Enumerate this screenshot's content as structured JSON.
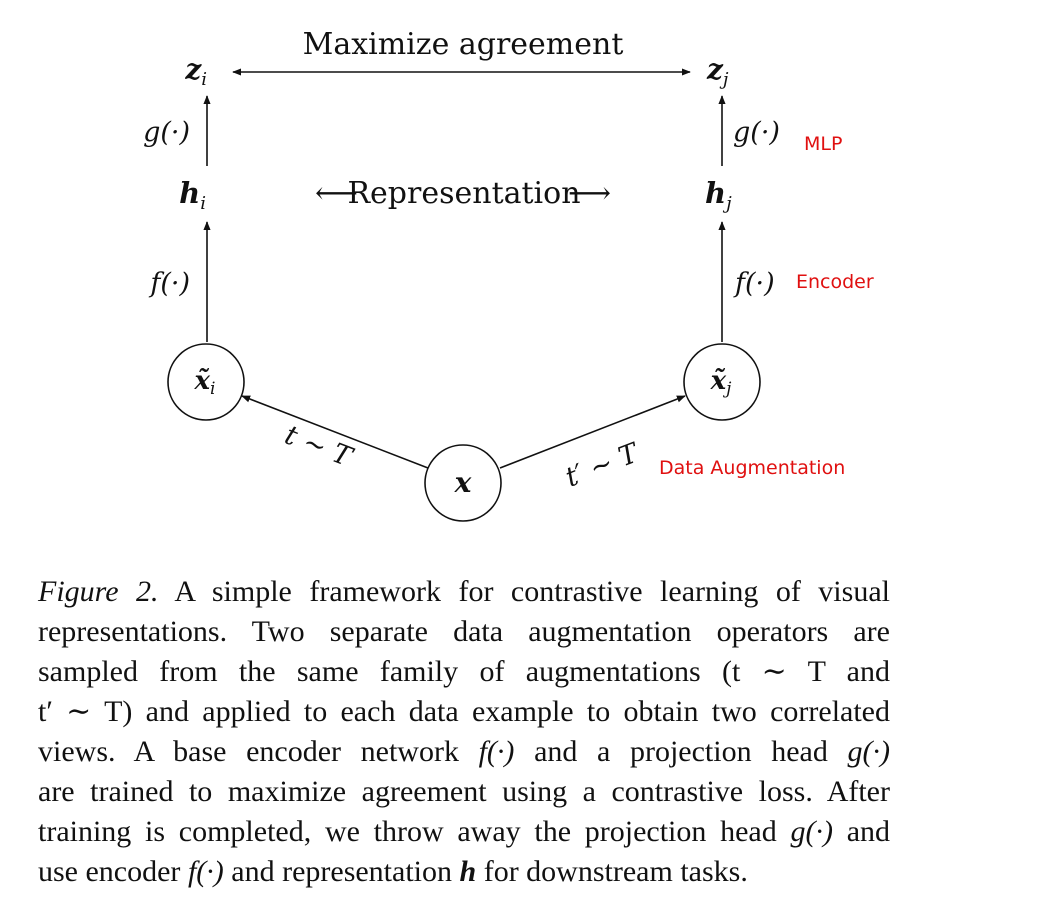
{
  "diagram": {
    "top_label": "Maximize agreement",
    "middle_label": "Representation",
    "middle_left_arrow": "⟵",
    "middle_right_arrow": "⟶",
    "z_i_base": "z",
    "z_i_sub": "i",
    "z_j_base": "z",
    "z_j_sub": "j",
    "h_i_base": "h",
    "h_i_sub": "i",
    "h_j_base": "h",
    "h_j_sub": "j",
    "g_left": "g(·)",
    "g_right": "g(·)",
    "f_left": "f(·)",
    "f_right": "f(·)",
    "xt_i_base": "x̃",
    "xt_i_sub": "i",
    "xt_j_base": "x̃",
    "xt_j_sub": "j",
    "x_label": "x",
    "t_left": "t ∼ T",
    "t_right": "t′ ∼ T",
    "annotation_mlp": "MLP",
    "annotation_encoder": "Encoder",
    "annotation_augmentation": "Data Augmentation",
    "annotation_color": "#e01010"
  },
  "caption": {
    "figure_label": "Figure 2.",
    "line1_rest": "A simple framework for contrastive learning of visual",
    "line2": "representations. Two separate data augmentation operators are",
    "line3": "sampled from the same family of augmentations (t ∼ T and",
    "line4": "t′ ∼ T) and applied to each data example to obtain two correlated",
    "line5_a": "views. A base encoder network",
    "line5_f": "f(·)",
    "line5_b": "and a projection head",
    "line5_g": "g(·)",
    "line6": "are trained to maximize agreement using a contrastive loss. After",
    "line7_a": "training is completed, we throw away the projection head",
    "line7_g": "g(·)",
    "line7_b": "and",
    "line8_a": "use encoder",
    "line8_f": "f(·)",
    "line8_b": "and representation",
    "line8_h": "h",
    "line8_c": "for downstream tasks."
  }
}
